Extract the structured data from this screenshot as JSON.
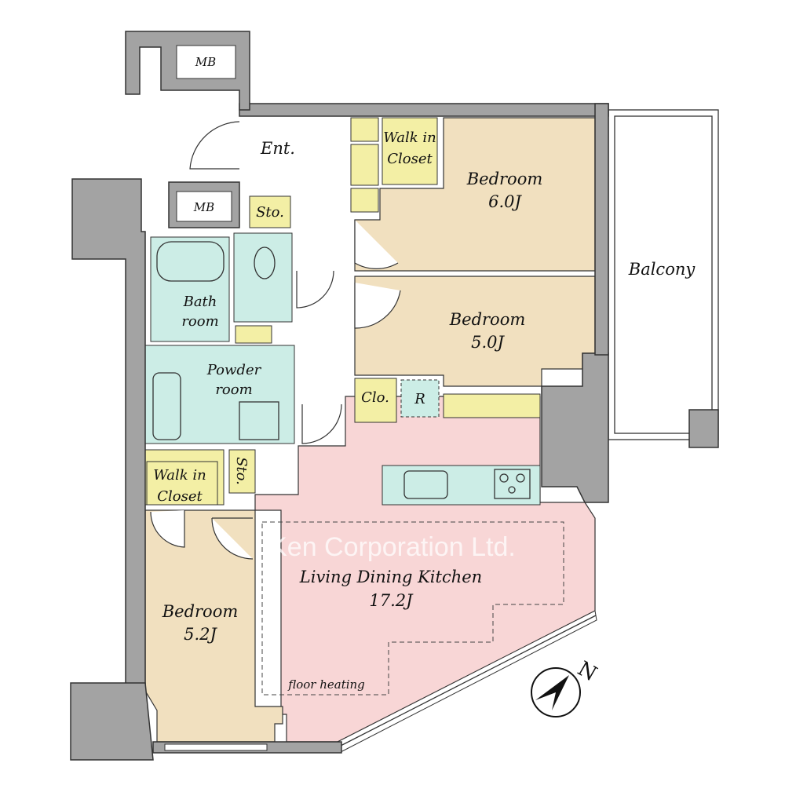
{
  "plan": {
    "rooms": {
      "mb_top": "MB",
      "mb_mid": "MB",
      "entrance": "Ent.",
      "storage_top": "Sto.",
      "walk_in_closet_top": [
        "Walk in",
        "Closet"
      ],
      "bedroom_1": {
        "name": "Bedroom",
        "size": "6.0J"
      },
      "bedroom_2": {
        "name": "Bedroom",
        "size": "5.0J"
      },
      "balcony": "Balcony",
      "bath": [
        "Bath",
        "room"
      ],
      "powder": [
        "Powder",
        "room"
      ],
      "closet": "Clo.",
      "refrigerator": "R",
      "storage_left": "Sto.",
      "walk_in_closet_left": [
        "Walk in",
        "Closet"
      ],
      "bedroom_3": {
        "name": "Bedroom",
        "size": "5.2J"
      },
      "ldk": {
        "name": "Living Dining Kitchen",
        "size": "17.2J"
      },
      "floor_heating": "floor heating"
    },
    "watermark": "Ken Corporation Ltd.",
    "compass": "N",
    "colors": {
      "bedroom": "#f1e0bf",
      "wet": "#ccede6",
      "closet": "#f3efa5",
      "ldk": "#f8d6d6",
      "wall": "#a3a3a3"
    }
  }
}
